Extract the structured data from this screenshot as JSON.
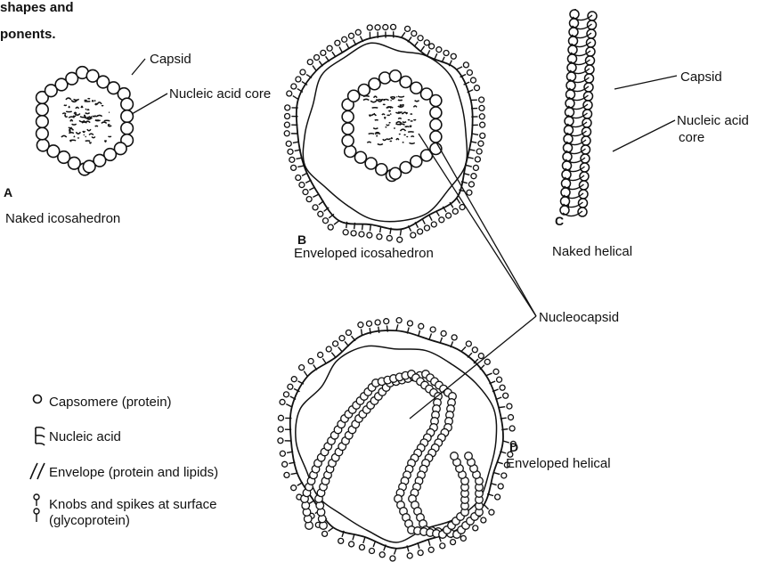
{
  "header": {
    "line1": "shapes and",
    "line2": "ponents."
  },
  "labels": {
    "capsid_a": "Capsid",
    "nucleic_a": "Nucleic acid core",
    "capsid_c": "Capsid",
    "nucleic_c_line1": "Nucleic acid",
    "nucleic_c_line2": "core",
    "nucleocapsid": "Nucleocapsid"
  },
  "panels": {
    "a": {
      "letter": "A",
      "caption": "Naked icosahedron"
    },
    "b": {
      "letter": "B",
      "caption": "Enveloped icosahedron"
    },
    "c": {
      "letter": "C",
      "caption": "Naked helical"
    },
    "d": {
      "letter": "D",
      "caption": "Enveloped helical"
    }
  },
  "legend": [
    {
      "symbol": "capsomere-symbol",
      "text": "Capsomere (protein)"
    },
    {
      "symbol": "nucleic-acid-symbol",
      "text": "Nucleic acid"
    },
    {
      "symbol": "envelope-symbol",
      "text": "Envelope (protein and lipids)"
    },
    {
      "symbol": "knob-spike-symbol",
      "text": "Knobs and spikes at surface"
    },
    {
      "symbol": "knob-spike-symbol",
      "text": "(glycoprotein)"
    }
  ],
  "colors": {
    "ink": "#111111",
    "background": "#ffffff"
  }
}
